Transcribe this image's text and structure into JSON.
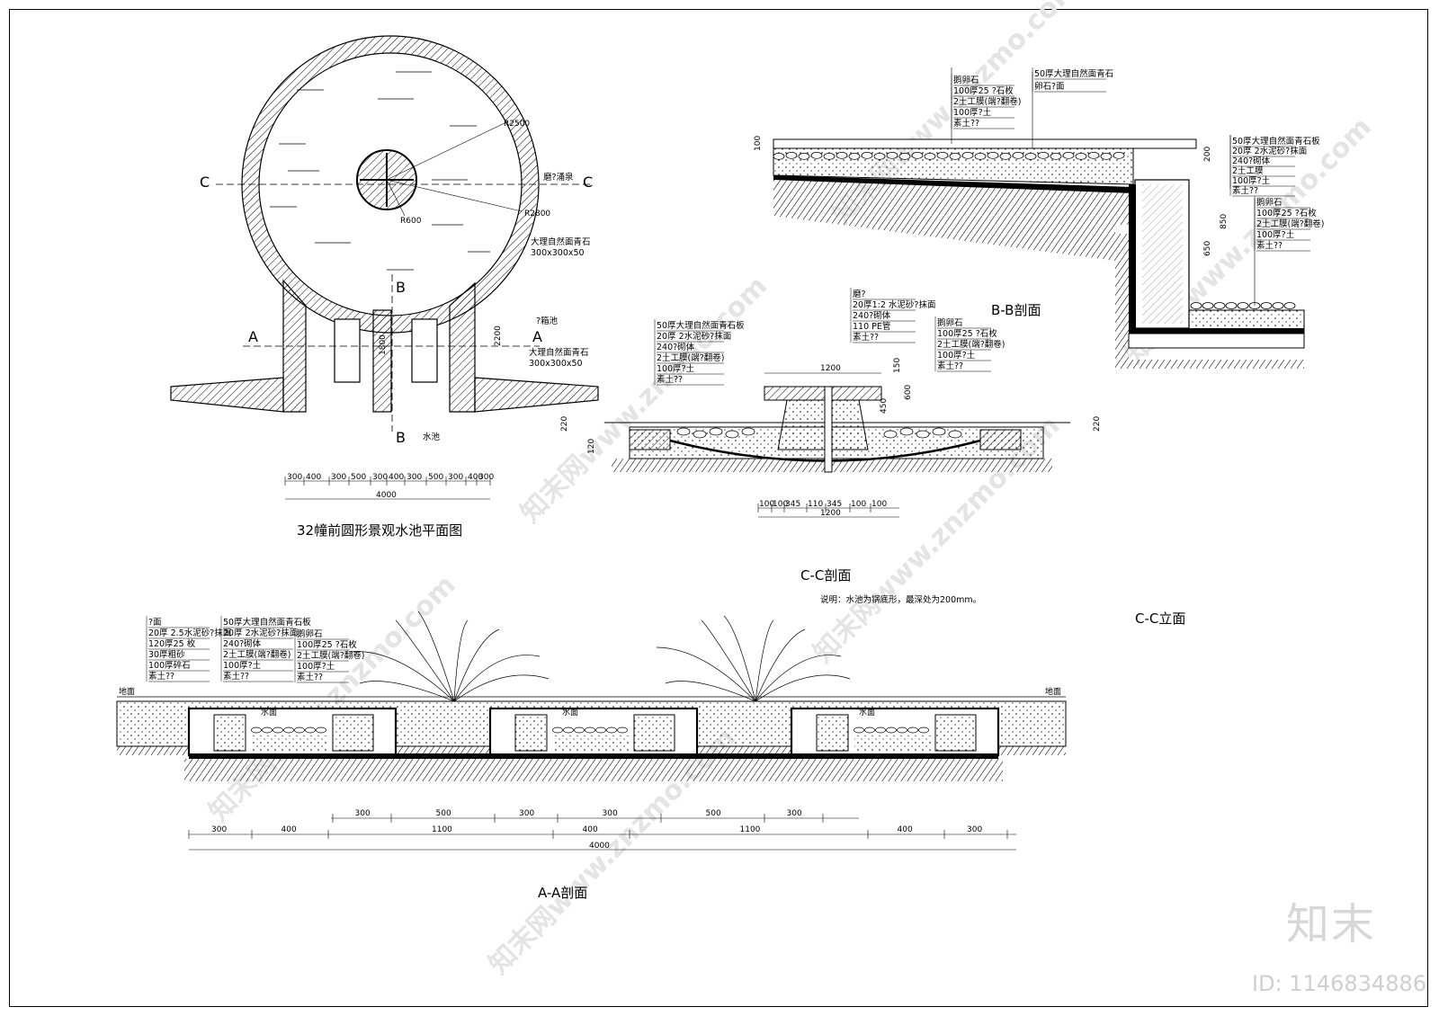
{
  "plan": {
    "title": "32幢前圆形景观水池平面图",
    "labels": {
      "c_left": "C",
      "c_right": "C",
      "a_left": "A",
      "a_right": "A",
      "b_top": "B",
      "b_bottom": "B",
      "spring": "磨?涌泉",
      "r2500": "R2500",
      "r2800": "R2800",
      "r600": "R600",
      "stone1": "大理自然面青石",
      "stone1_size": "300x300x50",
      "stone2": "大理自然面青石",
      "stone2_size": "300x300x50",
      "pool": "?箱池",
      "water": "水池",
      "d1800": "1800",
      "d2200": "2200"
    },
    "dims": [
      "300",
      "400",
      "300",
      "500",
      "300",
      "400",
      "300",
      "500",
      "300",
      "400",
      "300"
    ],
    "total": "4000"
  },
  "bb": {
    "title": "B-B剖面",
    "top_notes": [
      "鹅卵石",
      "100厚25 ?石枚",
      "2土工膜(端?翻卷)",
      "100厚?土",
      "素土??"
    ],
    "top_right_notes": [
      "50厚大理自然面青石",
      "卵石?面"
    ],
    "side_notes": [
      "50厚大理自然面青石板",
      "20厚 2水泥砂?抹面",
      "240?砌体",
      "2土工膜",
      "100厚?土",
      "素土??"
    ],
    "lower_notes": [
      "鹅卵石",
      "100厚25 ?石枚",
      "2土工膜(端?翻卷)",
      "100厚?土",
      "素土??"
    ],
    "dims": {
      "d100": "100",
      "d200": "200",
      "d850": "850",
      "d650": "650"
    }
  },
  "cc": {
    "section_title": "C-C剖面",
    "elev_title": "C-C立面",
    "note": "说明：水池为锅底形，最深处为200mm。",
    "left_notes": [
      "50厚大理自然面青石板",
      "20厚 2水泥砂?抹面",
      "240?砌体",
      "2土工膜(端?翻卷)",
      "100厚?土",
      "素土??"
    ],
    "mid_notes": [
      "磨?",
      "20厚1:2  水泥砂?抹面",
      "240?砌体",
      "110 PE管",
      "素土??"
    ],
    "right_notes": [
      "鹅卵石",
      "100厚25  ?石枚",
      "2土工膜(端?翻卷)",
      "100厚?土",
      "素土??"
    ],
    "dims_top": "1200",
    "dims_v": [
      "150",
      "450",
      "600"
    ],
    "side_dims": [
      "100",
      "100",
      "220",
      "120"
    ],
    "bottom": [
      "100",
      "100",
      "345",
      "110",
      "345",
      "100",
      "100"
    ],
    "bottom_total": "1200"
  },
  "aa": {
    "title": "A-A剖面",
    "notes1": [
      "?面",
      "20厚 2.5水泥砂?抹面",
      "120厚25 枚",
      "30厚粗砂",
      "100厚碎石",
      "素土??"
    ],
    "notes2": [
      "50厚大理自然面青石板",
      "20厚 2水泥砂?抹面",
      "240?砌体",
      "2土工膜(端?翻卷)",
      "100厚?土",
      "素土??"
    ],
    "notes3": [
      "鹅卵石",
      "100厚25 ?石枚",
      "2土工膜(端?翻卷)",
      "100厚?土",
      "素土??"
    ],
    "ground": "地面",
    "water": "水面",
    "dims_row1": [
      "300",
      "500",
      "300",
      "300",
      "500",
      "300"
    ],
    "dims_row2": [
      "300",
      "400",
      "1100",
      "400",
      "1100",
      "400",
      "300"
    ],
    "total": "4000"
  },
  "watermark": "知末网www.znzmo.com",
  "brand": "知末",
  "brand_id": "ID: 1146834886"
}
